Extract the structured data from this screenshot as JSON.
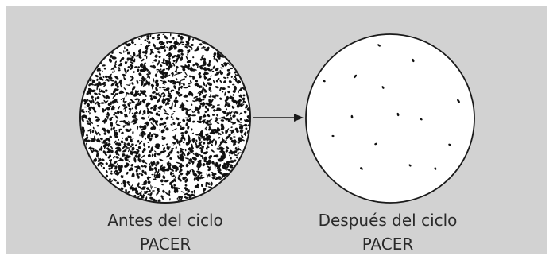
{
  "figure": {
    "before": {
      "label_line1": "Antes del ciclo",
      "label_line2": "PACER"
    },
    "after": {
      "label_line1": "Después del ciclo",
      "label_line2": "PACER"
    }
  },
  "colors": {
    "background": "#d2d2d2",
    "circle_fill": "#ffffff",
    "stroke": "#1a1a1a",
    "speckle": "#111111"
  }
}
